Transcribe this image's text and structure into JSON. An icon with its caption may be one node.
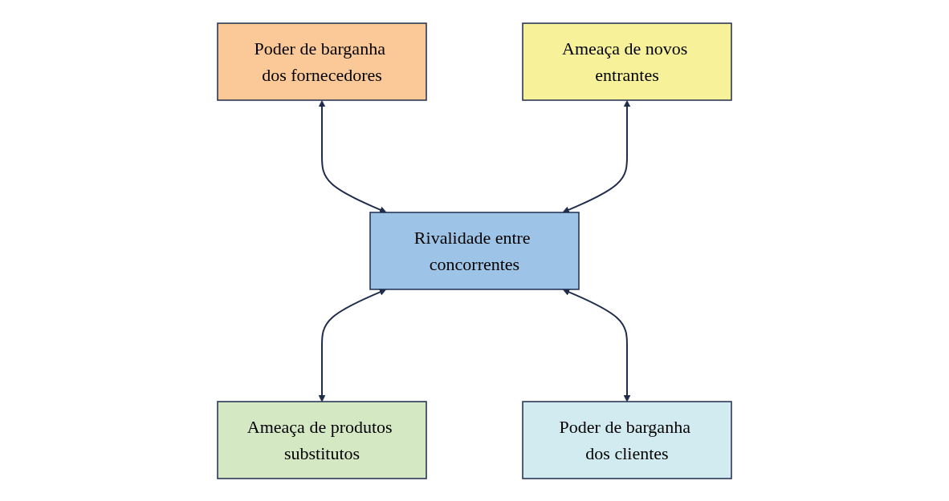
{
  "diagram": {
    "nodes": [
      {
        "text": [
          "Poder de barganha dos fornecedores"
        ]
      },
      {
        "text": [
          "Ameaça de novos entrantes"
        ]
      },
      {
        "text": [
          "Rivalidade entre concorrentes"
        ]
      },
      {
        "text": [
          "Ameaça de produtos substitutos"
        ]
      },
      {
        "text": [
          "Poder de barganha dos clientes"
        ]
      }
    ],
    "edges": [
      {
        "from": 0,
        "to": 2,
        "arrow": "both"
      },
      {
        "from": 1,
        "to": 2,
        "arrow": "both"
      },
      {
        "from": 2,
        "to": 3,
        "arrow": "both"
      },
      {
        "from": 2,
        "to": 4,
        "arrow": "both"
      }
    ]
  }
}
